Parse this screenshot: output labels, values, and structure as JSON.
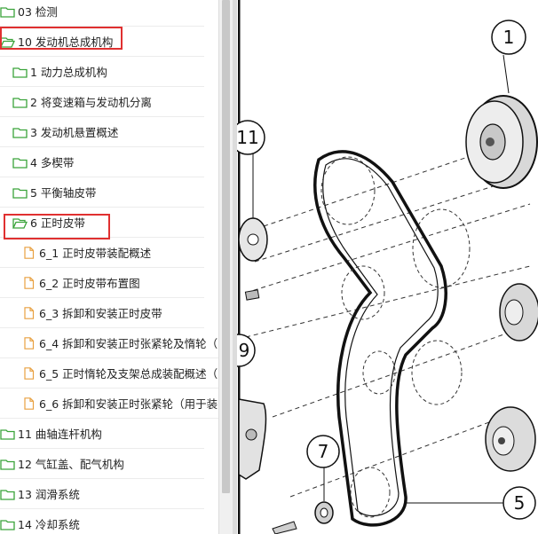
{
  "tree": {
    "items": [
      {
        "label": "03 检测",
        "icon": "folder-icon"
      },
      {
        "label": "10 发动机总成机构",
        "icon": "folder-open-icon"
      },
      {
        "label": "1 动力总成机构",
        "icon": "folder-icon"
      },
      {
        "label": "2 将变速箱与发动机分离",
        "icon": "folder-icon"
      },
      {
        "label": "3 发动机悬置概述",
        "icon": "folder-icon"
      },
      {
        "label": "4 多楔带",
        "icon": "folder-icon"
      },
      {
        "label": "5 平衡轴皮带",
        "icon": "folder-icon"
      },
      {
        "label": "6 正时皮带",
        "icon": "folder-open-icon"
      },
      {
        "label": "6_1 正时皮带装配概述",
        "icon": "document-icon"
      },
      {
        "label": "6_2 正时皮带布置图",
        "icon": "document-icon"
      },
      {
        "label": "6_3 拆卸和安装正时皮带",
        "icon": "document-icon"
      },
      {
        "label": "6_4 拆卸和安装正时张紧轮及惰轮（",
        "icon": "document-icon"
      },
      {
        "label": "6_5 正时惰轮及支架总成装配概述（",
        "icon": "document-icon"
      },
      {
        "label": "6_6 拆卸和安装正时张紧轮（用于装",
        "icon": "document-icon"
      },
      {
        "label": "11 曲轴连杆机构",
        "icon": "folder-icon"
      },
      {
        "label": "12 气缸盖、配气机构",
        "icon": "folder-icon"
      },
      {
        "label": "13 润滑系统",
        "icon": "folder-icon"
      },
      {
        "label": "14 冷却系统",
        "icon": "folder-icon"
      }
    ]
  },
  "diagram": {
    "callouts": [
      "1",
      "11",
      "9",
      "7",
      "5"
    ]
  },
  "colors": {
    "folder": "#3aa33a",
    "document": "#e8a040",
    "highlight": "#e03030"
  }
}
